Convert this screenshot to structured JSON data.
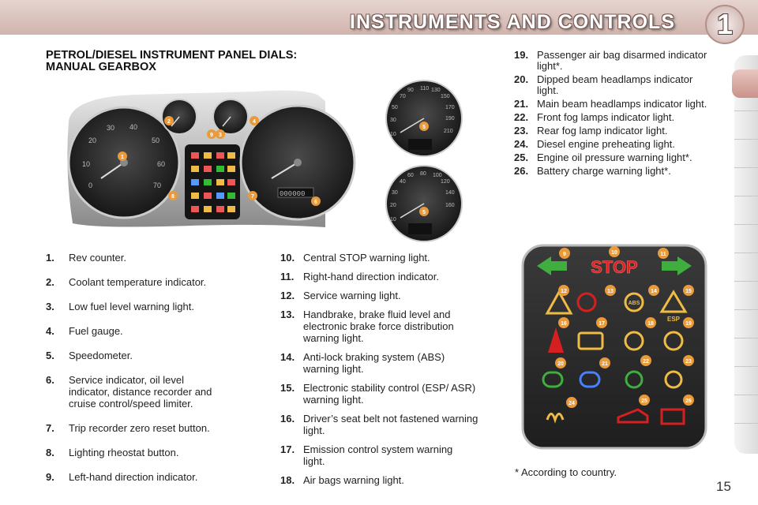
{
  "header": {
    "title": "INSTRUMENTS AND CONTROLS",
    "chapter": "1"
  },
  "section_title_line1": "PETROL/DIESEL INSTRUMENT PANEL DIALS:",
  "section_title_line2": "MANUAL GEARBOX",
  "items_col1": [
    {
      "num": "1.",
      "text": "Rev counter."
    },
    {
      "num": "2.",
      "text": "Coolant temperature indicator."
    },
    {
      "num": "3.",
      "text": "Low fuel level warning light."
    },
    {
      "num": "4.",
      "text": "Fuel gauge."
    },
    {
      "num": "5.",
      "text": "Speedometer."
    },
    {
      "num": "6.",
      "text": "Service indicator, oil level indicator, distance recorder and cruise control/speed limiter."
    },
    {
      "num": "7.",
      "text": "Trip recorder zero reset button."
    },
    {
      "num": "8.",
      "text": "Lighting rheostat button."
    },
    {
      "num": "9.",
      "text": "Left-hand direction indicator."
    }
  ],
  "items_col2": [
    {
      "num": "10.",
      "text": "Central STOP warning light."
    },
    {
      "num": "11.",
      "text": "Right-hand direction indicator."
    },
    {
      "num": "12.",
      "text": "Service warning light."
    },
    {
      "num": "13.",
      "text": "Handbrake, brake fluid level and electronic brake force distribution warning light."
    },
    {
      "num": "14.",
      "text": "Anti-lock braking system (ABS) warning light."
    },
    {
      "num": "15.",
      "text": "Electronic stability control (ESP/ ASR) warning light."
    },
    {
      "num": "16.",
      "text": "Driver’s seat belt not fastened warning light."
    },
    {
      "num": "17.",
      "text": "Emission control system warning light."
    },
    {
      "num": "18.",
      "text": "Air bags warning light."
    }
  ],
  "items_col3": [
    {
      "num": "19.",
      "text": "Passenger air bag disarmed indicator light*."
    },
    {
      "num": "20.",
      "text": "Dipped beam headlamps indicator light."
    },
    {
      "num": "21.",
      "text": "Main beam headlamps indicator light."
    },
    {
      "num": "22.",
      "text": "Front fog lamps indicator light."
    },
    {
      "num": "23.",
      "text": "Rear fog lamp indicator light."
    },
    {
      "num": "24.",
      "text": "Diesel engine preheating light."
    },
    {
      "num": "25.",
      "text": "Engine oil pressure warning light*."
    },
    {
      "num": "26.",
      "text": "Battery charge warning light*."
    }
  ],
  "footnote": "* According to country.",
  "page_number": "15",
  "figure": {
    "stop_label": "STOP",
    "esp_label": "ESP",
    "abs_label": "ABS",
    "callouts_dash": [
      "1",
      "2",
      "3",
      "4",
      "5",
      "6",
      "7",
      "8",
      "9"
    ],
    "callouts_stop": [
      "9",
      "10",
      "11",
      "12",
      "13",
      "14",
      "15",
      "16",
      "17",
      "18",
      "19",
      "20",
      "21",
      "22",
      "23",
      "24",
      "25",
      "26"
    ],
    "rev_ticks": [
      "0",
      "10",
      "20",
      "30",
      "40",
      "50",
      "60",
      "70"
    ],
    "speed_ticks_upper": [
      "10",
      "30",
      "50",
      "70",
      "90",
      "110",
      "130",
      "150",
      "170",
      "190",
      "210"
    ],
    "speed_ticks_lower": [
      "10",
      "20",
      "30",
      "40",
      "60",
      "80",
      "100",
      "120",
      "140",
      "160"
    ],
    "odometer": "000000"
  },
  "colors": {
    "header_bg": "#cdb0a8",
    "stop_red": "#e02020",
    "arrow_green": "#3fae3f",
    "callout_orange": "#e99a3a",
    "warning_red": "#d42020"
  }
}
